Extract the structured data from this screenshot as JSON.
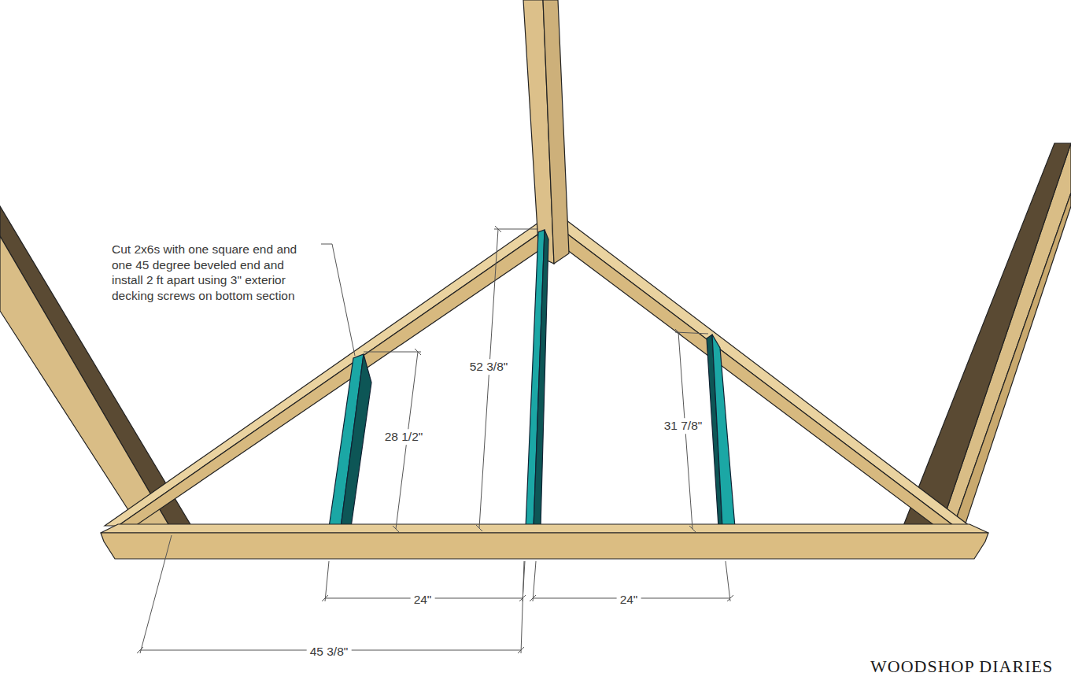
{
  "diagram": {
    "labels": [
      "Cut 2x6s with one square end and one 45 degree beveled end and install 2 ft apart using 3\" exterior decking screws on bottom section",
      "28 1/2\"",
      "52 3/8\"",
      "31 7/8\"",
      "24\"",
      "24\"",
      "45 3/8\"",
      "WOODSHOP DIARIES"
    ]
  }
}
